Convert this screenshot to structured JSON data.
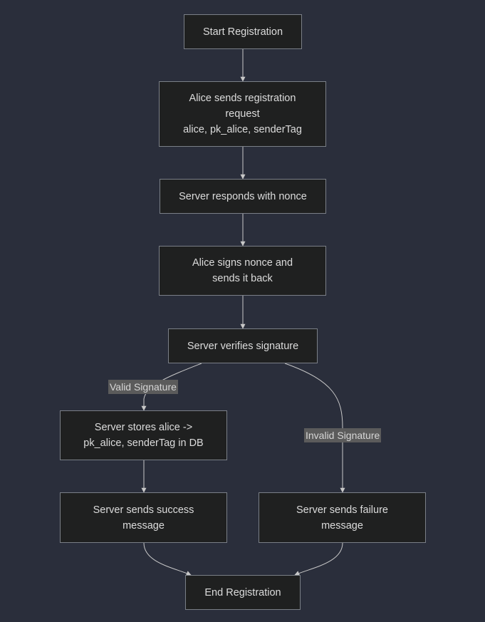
{
  "diagram": {
    "nodes": [
      {
        "id": "start",
        "lines": [
          "Start Registration"
        ]
      },
      {
        "id": "send-request",
        "lines": [
          "Alice sends registration",
          "request",
          "alice, pk_alice, senderTag"
        ]
      },
      {
        "id": "nonce",
        "lines": [
          "Server responds with nonce"
        ]
      },
      {
        "id": "sign",
        "lines": [
          "Alice signs nonce and",
          "sends it back"
        ]
      },
      {
        "id": "verify",
        "lines": [
          "Server verifies signature"
        ]
      },
      {
        "id": "store",
        "lines": [
          "Server stores alice ->",
          "pk_alice, senderTag in DB"
        ]
      },
      {
        "id": "success",
        "lines": [
          "Server sends success",
          "message"
        ]
      },
      {
        "id": "failure",
        "lines": [
          "Server sends failure",
          "message"
        ]
      },
      {
        "id": "end",
        "lines": [
          "End Registration"
        ]
      }
    ],
    "edges": [
      {
        "from": "start",
        "to": "send-request",
        "label": ""
      },
      {
        "from": "send-request",
        "to": "nonce",
        "label": ""
      },
      {
        "from": "nonce",
        "to": "sign",
        "label": ""
      },
      {
        "from": "sign",
        "to": "verify",
        "label": ""
      },
      {
        "from": "verify",
        "to": "store",
        "label": "Valid Signature"
      },
      {
        "from": "verify",
        "to": "failure",
        "label": "Invalid Signature"
      },
      {
        "from": "store",
        "to": "success",
        "label": ""
      },
      {
        "from": "success",
        "to": "end",
        "label": ""
      },
      {
        "from": "failure",
        "to": "end",
        "label": ""
      }
    ]
  },
  "colors": {
    "background": "#2a2e3b",
    "node_fill": "#1f2020",
    "node_border": "#7a7f87",
    "edge": "#c8c8c8",
    "label_bg": "#5b5b5b",
    "text": "#dcdcdc"
  }
}
